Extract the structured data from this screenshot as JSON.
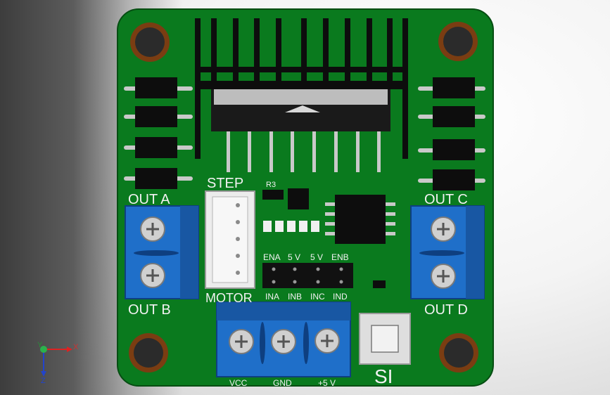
{
  "labels": {
    "out_a": "OUT A",
    "out_b": "OUT B",
    "out_c": "OUT C",
    "out_d": "OUT D",
    "step": "STEP",
    "motor": "MOTOR",
    "r3": "R3",
    "si": "SI",
    "vcc": "VCC",
    "gnd": "GND",
    "plus5v_bottom": "+5 V",
    "ena": "ENA",
    "five_v_left": "5 V",
    "five_v_right": "5 V",
    "enb": "ENB",
    "ina": "INA",
    "inb": "INB",
    "inc": "INC",
    "ind": "IND"
  },
  "axes": {
    "x": "X",
    "y": "Y",
    "z": "Z"
  },
  "colors": {
    "pcb": "#0a7a1e",
    "terminal": "#1f6fc9",
    "copper": "#8b4513",
    "component": "#0d0d0d"
  }
}
